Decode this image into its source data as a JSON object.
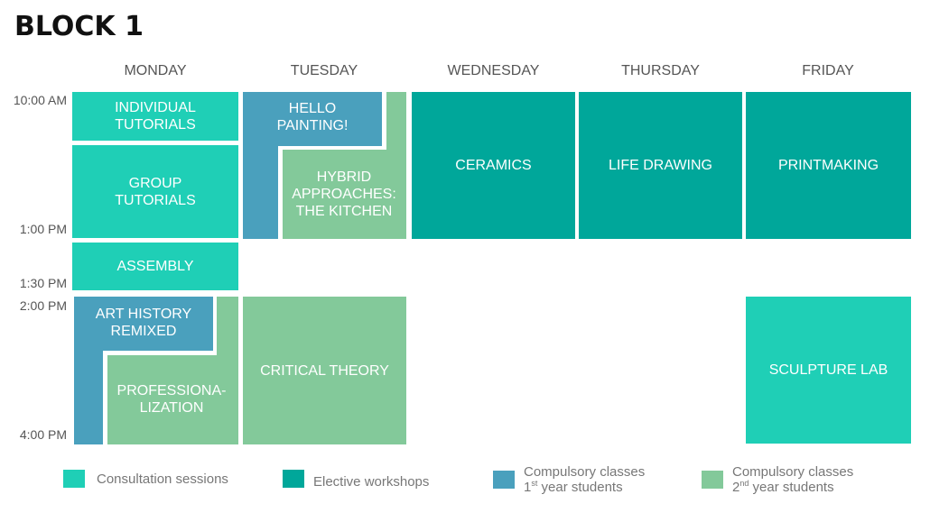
{
  "title": "BLOCK 1",
  "colors": {
    "consultation": "#1fcfb6",
    "elective": "#00a79a",
    "compulsory_1st": "#4aa0bd",
    "compulsory_2nd": "#83c99a"
  },
  "days": [
    "MONDAY",
    "TUESDAY",
    "WEDNESDAY",
    "THURSDAY",
    "FRIDAY"
  ],
  "times": [
    "10:00 AM",
    "1:00 PM",
    "1:30 PM",
    "2:00 PM",
    "4:00 PM"
  ],
  "blocks": {
    "individual_tutorials": "INDIVIDUAL\nTUTORIALS",
    "group_tutorials": "GROUP\nTUTORIALS",
    "assembly": "ASSEMBLY",
    "art_history_remixed": "ART HISTORY\nREMIXED",
    "professionalization": "PROFESSIONA-\nLIZATION",
    "hello_painting": "HELLO\nPAINTING!",
    "hybrid_approaches": "HYBRID\nAPPROACHES:\nTHE KITCHEN",
    "critical_theory": "CRITICAL THEORY",
    "ceramics": "CERAMICS",
    "life_drawing": "LIFE DRAWING",
    "printmaking": "PRINTMAKING",
    "sculpture_lab": "SCULPTURE LAB"
  },
  "legend": {
    "consultation": "Consultation sessions",
    "elective": "Elective workshops",
    "compulsory_1st_line1": "Compulsory classes",
    "compulsory_1st_ordinal": "1",
    "compulsory_1st_sup": "st",
    "compulsory_1st_rest": " year students",
    "compulsory_2nd_line1": "Compulsory classes",
    "compulsory_2nd_ordinal": "2",
    "compulsory_2nd_sup": "nd",
    "compulsory_2nd_rest": " year students"
  }
}
